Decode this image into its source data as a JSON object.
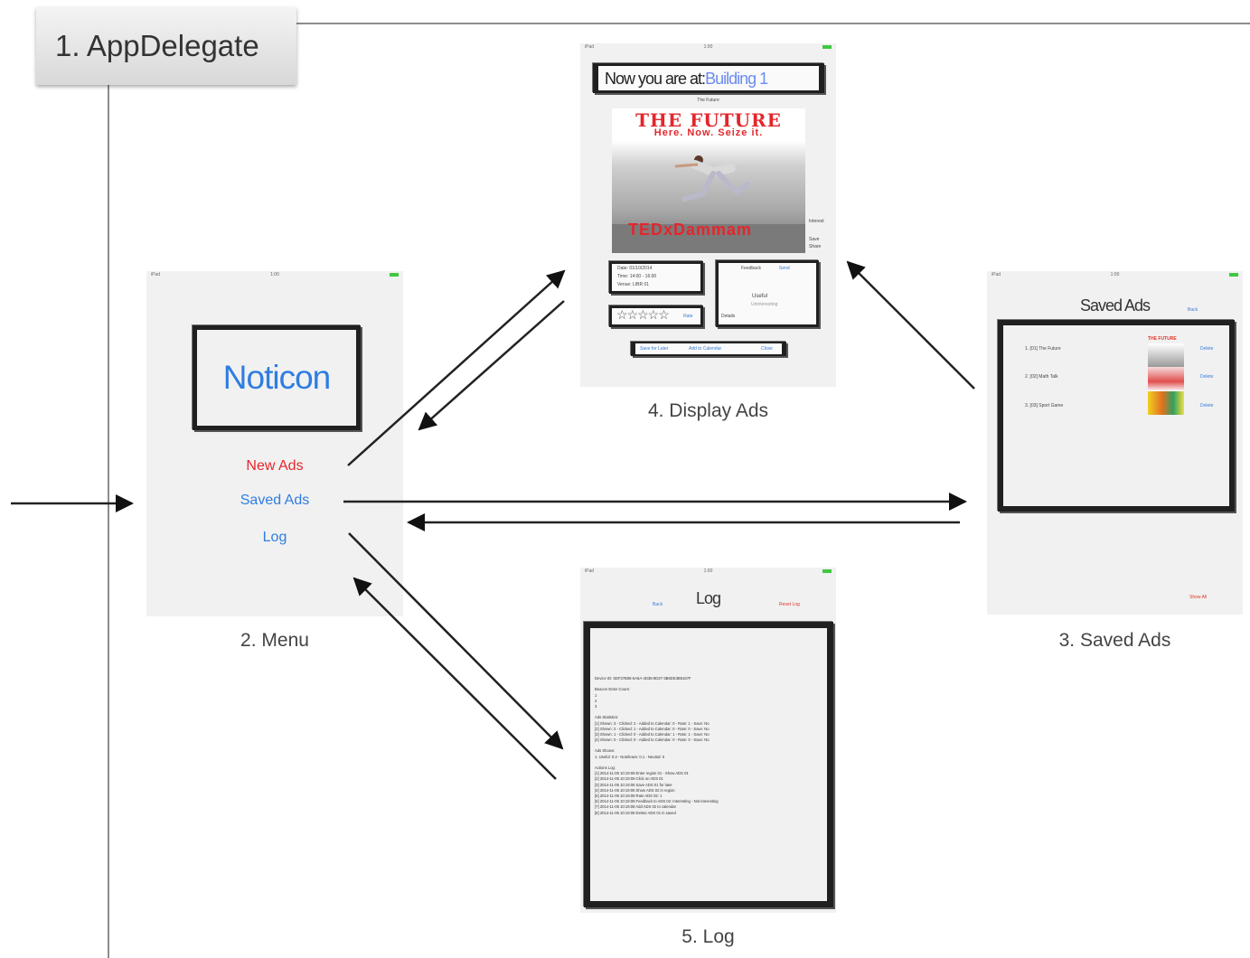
{
  "app_delegate": {
    "label": "1. AppDelegate"
  },
  "menu": {
    "caption": "2. Menu",
    "logo_text": "Noticon",
    "items": [
      {
        "label": "New Ads",
        "color": "#e8262c"
      },
      {
        "label": "Saved Ads",
        "color": "#2f7de1"
      },
      {
        "label": "Log",
        "color": "#2f7de1"
      }
    ]
  },
  "display_ads": {
    "caption": "4. Display Ads",
    "location_prefix": "Now you are at:",
    "location_value": "Building 1",
    "ad_title": "The Future",
    "poster_headline": "THE FUTURE",
    "poster_tagline": "Here. Now. Seize it.",
    "poster_brand": "TEDxDammam",
    "side_labels": [
      "Interest",
      "Save",
      "Share"
    ],
    "details": [
      "Date: 01/10/2014",
      "Time: 14:00 - 16:00",
      "Venue: LIBR 01"
    ],
    "feedback_label": "Feedback",
    "feedback_link": "Send",
    "feedback_choice": "Useful",
    "feedback_sub": "Uninteresting",
    "feedback_details": "Details",
    "rating_stars": "☆☆☆☆☆",
    "rating_link": "Rate",
    "bottom_bar": [
      "Save for Later",
      "Add to Calendar",
      "Close"
    ]
  },
  "saved_ads": {
    "caption": "3. Saved Ads",
    "title": "Saved Ads",
    "nav_link": "Back",
    "rows": [
      {
        "label": "1. [01] The Future",
        "action": "Delete"
      },
      {
        "label": "2. [02] Math Talk",
        "action": "Delete"
      },
      {
        "label": "3. [03] Sport Game",
        "action": "Delete"
      }
    ],
    "thumb_header": "THE FUTURE",
    "footer_link": "Show All"
  },
  "log": {
    "caption": "5. Log",
    "title": "Log",
    "left_link": "Back",
    "right_link": "Reset Log",
    "lines": [
      "Device ID: 5DF37B08-5A6A-4D38-9D37-3B6DE3B8167F",
      "",
      "Beacon Enter Count:",
      "1",
      "2",
      "3",
      "",
      "Ads Statistics:",
      "[1] Shown: 3 - Clicked: 2 - Added to Calendar: 0 - Rate: 1 - Save: No",
      "[2] Shown: 2 - Clicked: 1 - Added to Calendar: 0 - Rate: 0 - Save: No",
      "[3] Shown: 1 - Clicked: 0 - Added to Calendar: 1 - Rate: 1 - Save: No",
      "[4] Shown: 0 - Clicked: 0 - Added to Calendar: 0 - Rate: 0 - Save: No",
      "",
      "Ads Shown:",
      "1. Useful: 0.3 - Notshown: 0.1 - Neutral: 0",
      "",
      "Actions Log:",
      "[1] 2014-11-05 10:19:08 Enter region 01 - Show ADS 01",
      "[2] 2014-11-05 10:19:08 Click on ADS 01",
      "[3] 2014-11-05 10:19:08 Save ADS 01 for later",
      "[4] 2014-11-05 10:19:08 Show ADS 02 in region",
      "[5] 2014-11-05 10:19:08 Rate ADS 02: 1",
      "[6] 2014-11-05 10:19:08 Feedback to ADS 02: Interesting - Not interesting",
      "[7] 2014-11-05 10:19:08 Add ADS 02 to calendar",
      "[8] 2014-11-05 10:19:08 Delete ADS 01 in saved"
    ]
  },
  "colors": {
    "frame_line": "#8d8d8d",
    "screen_bg": "#f1f1f1",
    "link_blue": "#2f7de1",
    "alert_red": "#e8262c",
    "poster_red": "#e3262c"
  }
}
